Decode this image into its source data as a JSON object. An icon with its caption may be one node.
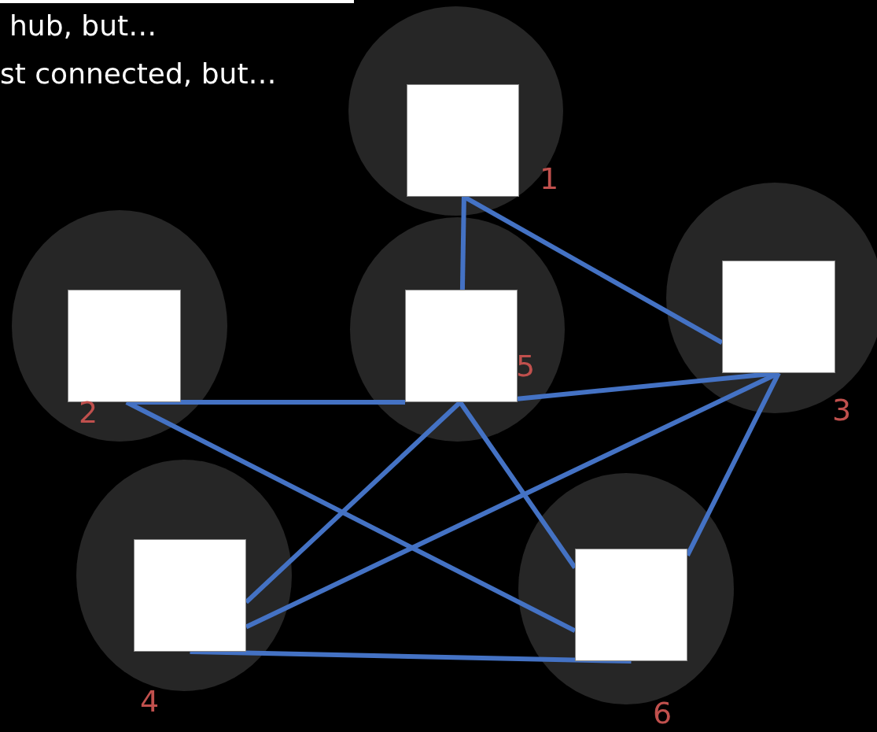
{
  "diagram": {
    "nodes": [
      {
        "text": [],
        "shape": "circle",
        "beside": [
          "1"
        ]
      },
      {
        "text": [],
        "shape": "box",
        "in": 0
      },
      {
        "text": [],
        "shape": "circle",
        "beside": [
          "2"
        ]
      },
      {
        "text": [],
        "shape": "box",
        "in": 2
      },
      {
        "text": [],
        "shape": "circle",
        "beside": [
          "3"
        ]
      },
      {
        "text": [],
        "shape": "box",
        "in": 4
      },
      {
        "text": [],
        "shape": "circle",
        "beside": [
          "4"
        ]
      },
      {
        "text": [],
        "shape": "box",
        "in": 6
      },
      {
        "text": [],
        "shape": "circle",
        "beside": [
          "5"
        ]
      },
      {
        "text": [],
        "shape": "box",
        "in": 8
      },
      {
        "text": [],
        "shape": "circle",
        "beside": [
          "6"
        ]
      },
      {
        "text": [],
        "shape": "box",
        "in": 10
      }
    ],
    "edges": [
      {
        "from": 1,
        "to": 9,
        "arrow": "none"
      },
      {
        "from": 1,
        "to": 5,
        "arrow": "none"
      },
      {
        "from": 3,
        "to": 9,
        "arrow": "none"
      },
      {
        "from": 9,
        "to": 5,
        "arrow": "none"
      },
      {
        "from": 3,
        "to": 11,
        "arrow": "none"
      },
      {
        "from": 9,
        "to": 7,
        "arrow": "none"
      },
      {
        "from": 9,
        "to": 11,
        "arrow": "none"
      },
      {
        "from": 5,
        "to": 7,
        "arrow": "none"
      },
      {
        "from": 5,
        "to": 11,
        "arrow": "none"
      },
      {
        "from": 7,
        "to": 11,
        "arrow": "none"
      }
    ],
    "labels": [
      "hub, but…",
      "st connected, but…"
    ]
  }
}
